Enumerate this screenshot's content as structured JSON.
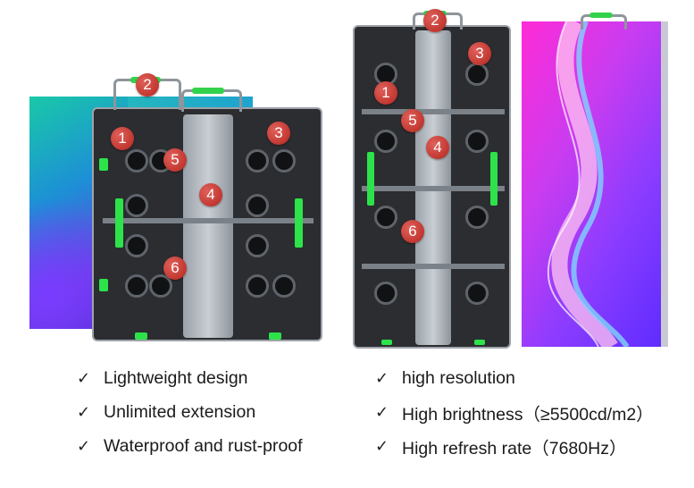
{
  "callouts": [
    "1",
    "2",
    "3",
    "4",
    "5",
    "6"
  ],
  "features_left": [
    "Lightweight design",
    "Unlimited extension",
    "Waterproof and rust-proof"
  ],
  "features_right": [
    "high resolution",
    "High brightness（≥5500cd/m2）",
    "High refresh rate（7680Hz）"
  ],
  "check_icon": "✓",
  "colors": {
    "badge": "#c0392b",
    "green_handle": "#2de34a",
    "screen_magenta": "#ff2bd6",
    "screen_teal": "#19c9a8"
  }
}
